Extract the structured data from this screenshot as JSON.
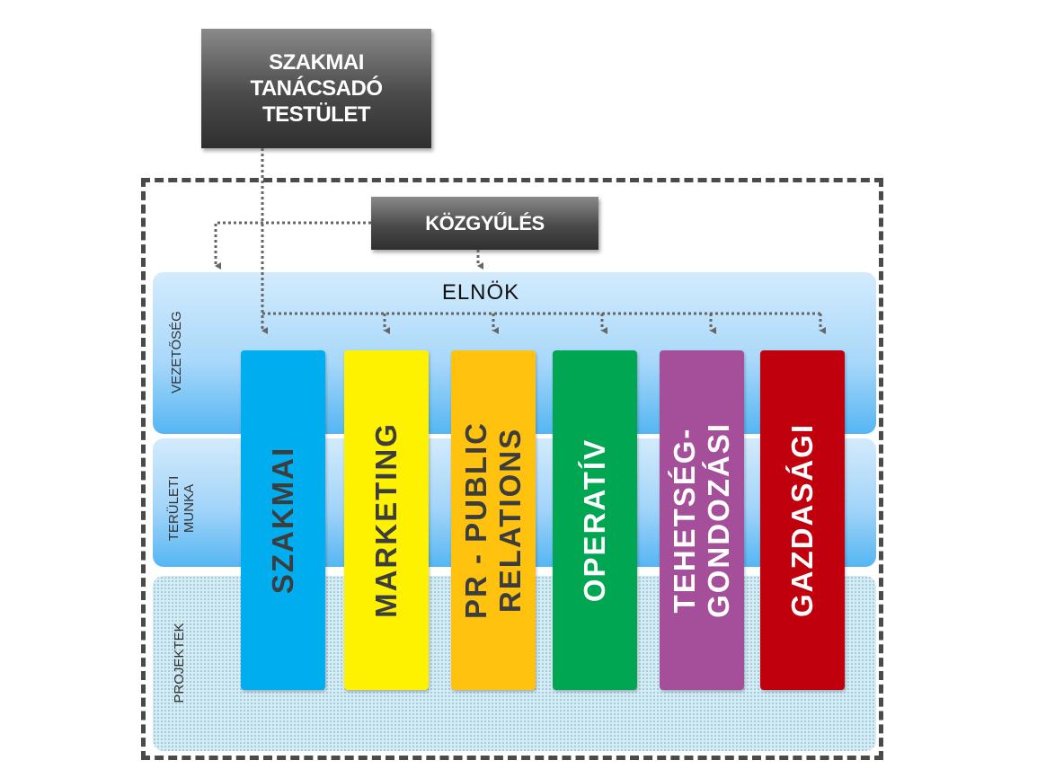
{
  "advisory_body": {
    "label": "SZAKMAI\nTANÁCSADÓ\nTESTÜLET"
  },
  "assembly": {
    "label": "KÖZGYŰLÉS"
  },
  "president": {
    "label": "ELNÖK"
  },
  "bands": [
    {
      "label": "VEZETŐSÉG"
    },
    {
      "label": "TERÜLETI\nMUNKA"
    },
    {
      "label": "PROJEKTEK"
    }
  ],
  "departments": [
    {
      "label": "SZAKMAI",
      "color": "#00aeef",
      "text_color": "#3d3d3d"
    },
    {
      "label": "MARKETING",
      "color": "#fff200",
      "text_color": "#3d3d3d"
    },
    {
      "label": "PR - PUBLIC\nRELATIONS",
      "color": "#ffc20e",
      "text_color": "#3d3d3d"
    },
    {
      "label": "OPERATÍV",
      "color": "#00a651",
      "text_color": "#ffffff"
    },
    {
      "label": "TEHETSÉG-\nGONDOZÁSI",
      "color": "#a54f9b",
      "text_color": "#ffffff"
    },
    {
      "label": "GAZDASÁGI",
      "color": "#c1000e",
      "text_color": "#ffffff"
    }
  ],
  "colors": {
    "frame": "#4a4a4a",
    "connector": "#666666"
  }
}
